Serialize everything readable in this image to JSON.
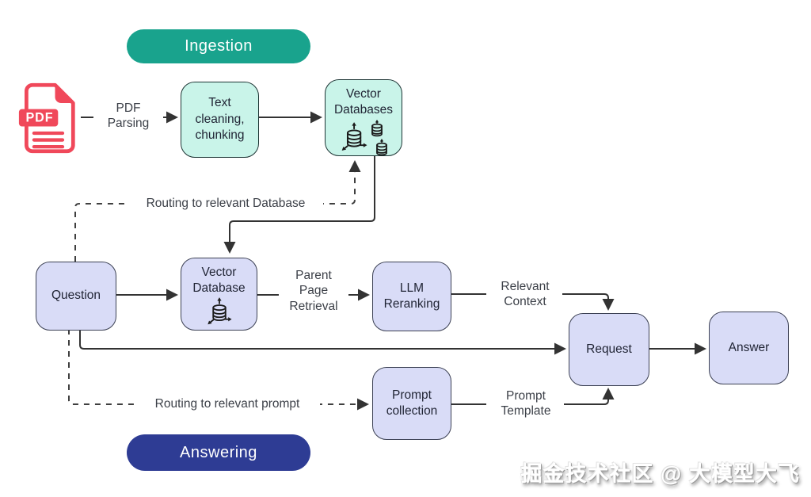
{
  "badges": {
    "ingestion": "Ingestion",
    "answering": "Answering"
  },
  "pdf_icon": {
    "label": "PDF"
  },
  "nodes": {
    "text_cleaning": {
      "lines": [
        "Text",
        "cleaning,",
        "chunking"
      ]
    },
    "vector_databases": {
      "lines": [
        "Vector",
        "Databases"
      ]
    },
    "question": {
      "label": "Question"
    },
    "vector_database": {
      "lines": [
        "Vector",
        "Database"
      ]
    },
    "llm_reranking": {
      "lines": [
        "LLM",
        "Reranking"
      ]
    },
    "request": {
      "label": "Request"
    },
    "answer": {
      "label": "Answer"
    },
    "prompt_collection": {
      "lines": [
        "Prompt",
        "collection"
      ]
    }
  },
  "edge_labels": {
    "pdf_parsing": {
      "lines": [
        "PDF",
        "Parsing"
      ]
    },
    "routing_database": "Routing to relevant Database",
    "parent_page_retrieval": {
      "lines": [
        "Parent",
        "Page",
        "Retrieval"
      ]
    },
    "relevant_context": {
      "lines": [
        "Relevant",
        "Context"
      ]
    },
    "routing_prompt": "Routing to relevant prompt",
    "prompt_template": {
      "lines": [
        "Prompt",
        "Template"
      ]
    }
  },
  "watermark": "掘金技术社区 @ 大模型大飞",
  "colors": {
    "teal": "#19a38d",
    "indigo": "#2e3c94",
    "mint_fill": "#c9f4e9",
    "mint_border": "#1e3535",
    "lavender_fill": "#d9dcf7",
    "lavender_border": "#3c4154",
    "arrow": "#333333",
    "dash": "#3f3f3f",
    "pdf_red": "#f0485a",
    "node_text": "#1f2333",
    "label_text": "#3c4048"
  }
}
